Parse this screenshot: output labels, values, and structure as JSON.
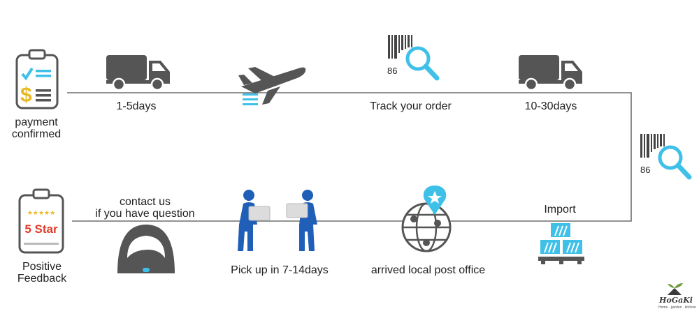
{
  "steps": {
    "payment": {
      "line1": "payment",
      "line2": "confirmed"
    },
    "ship1": "1-5days",
    "track": "Track your order",
    "ship2": "10-30days",
    "import": "Import",
    "post_office": "arrived local post office",
    "pickup": "Pick up in 7-14days",
    "contact": {
      "line1": "contact us",
      "line2": "if you have question"
    },
    "feedback": {
      "line1": "Positive",
      "line2": "Feedback"
    }
  },
  "barcode_number": "86",
  "rating_badge": "5 Star",
  "logo": {
    "name": "HoGaKi",
    "tagline": "Home · garden · kitchen"
  },
  "colors": {
    "accent": "#3fc0e8",
    "icon_gray": "#555555",
    "figure_blue": "#1f5fb8",
    "check_yellow": "#e8b923",
    "badge_red": "#e03a2a",
    "line": "#6e6e6e"
  },
  "icons": [
    "clipboard-check-icon",
    "truck-icon",
    "airplane-icon",
    "barcode-search-icon",
    "boxes-icon",
    "globe-pin-icon",
    "delivery-men-icon",
    "headset-support-icon",
    "clipboard-star-icon",
    "logo-icon"
  ]
}
